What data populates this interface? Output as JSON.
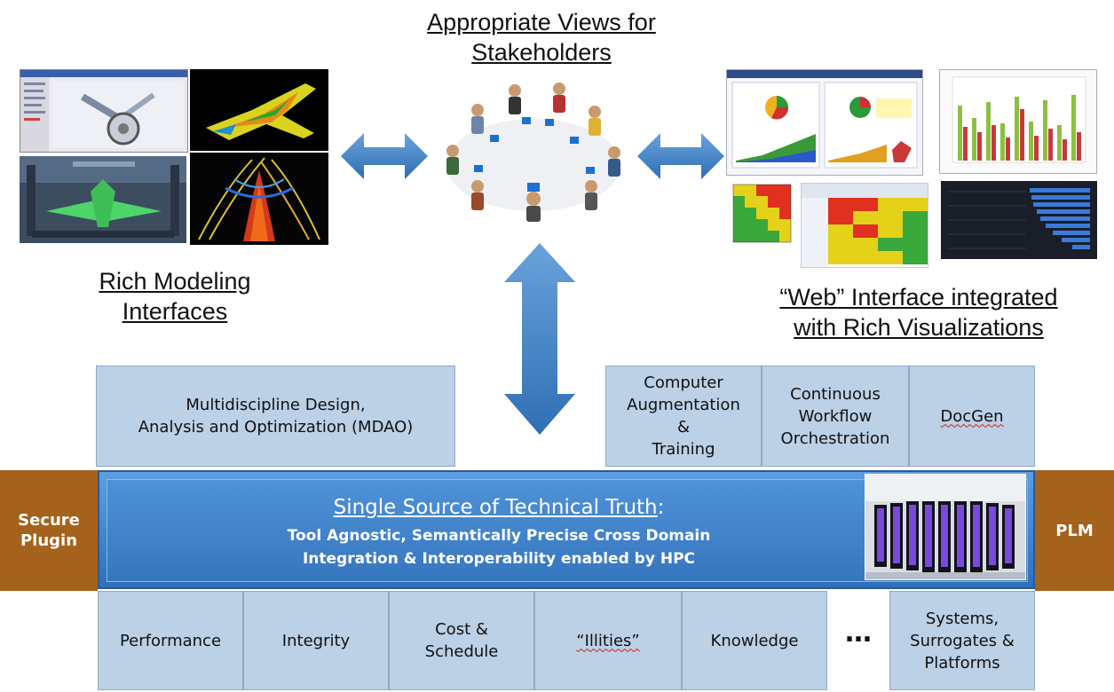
{
  "headings": {
    "views": [
      "Appropriate Views for",
      "Stakeholders"
    ],
    "modeling": [
      "Rich Modeling",
      "Interfaces"
    ],
    "web": [
      "“Web” Interface integrated",
      "with Rich Visualizations"
    ]
  },
  "upper_boxes": {
    "mdao": [
      "Multidiscipline Design,",
      "Analysis and Optimization (MDAO)"
    ],
    "augmentation": [
      "Computer",
      "Augmentation",
      "&",
      "Training"
    ],
    "workflow": [
      "Continuous",
      "Workflow",
      "Orchestration"
    ],
    "docgen": "DocGen"
  },
  "sstt": {
    "title": "Single Source of Technical Truth",
    "colon": ":",
    "line1": "Tool Agnostic, Semantically Precise Cross Domain",
    "line2": "Integration & Interoperability enabled by HPC"
  },
  "side_labels": {
    "left": [
      "Secure",
      "Plugin"
    ],
    "right": "PLM"
  },
  "lower_boxes": {
    "performance": "Performance",
    "integrity": "Integrity",
    "cost": [
      "Cost &",
      "Schedule"
    ],
    "illities": "“Illities”",
    "knowledge": "Knowledge",
    "ellipsis": "…",
    "systems": [
      "Systems,",
      "Surrogates &",
      "Platforms"
    ]
  },
  "colors": {
    "box_fill": "#bcd0e6",
    "bar_blue": "#3a7fc8",
    "side_brown": "#a5621c",
    "arrow_blue": "#4a86c6"
  }
}
